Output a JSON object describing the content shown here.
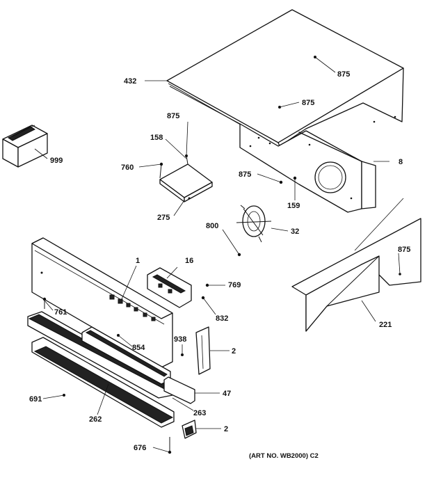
{
  "labels": {
    "p432": "432",
    "p875a": "875",
    "p875b": "875",
    "p875c": "875",
    "p875d": "875",
    "p875e": "875",
    "p999": "999",
    "p158": "158",
    "p760": "760",
    "p275": "275",
    "p8": "8",
    "p159": "159",
    "p800": "800",
    "p32": "32",
    "p1": "1",
    "p16": "16",
    "p769": "769",
    "p832": "832",
    "p761": "761",
    "p854": "854",
    "p938": "938",
    "p2a": "2",
    "p2b": "2",
    "p47": "47",
    "p263": "263",
    "p691": "691",
    "p262": "262",
    "p676": "676",
    "p221": "221"
  },
  "art_number": "(ART NO. WB2000) C2"
}
